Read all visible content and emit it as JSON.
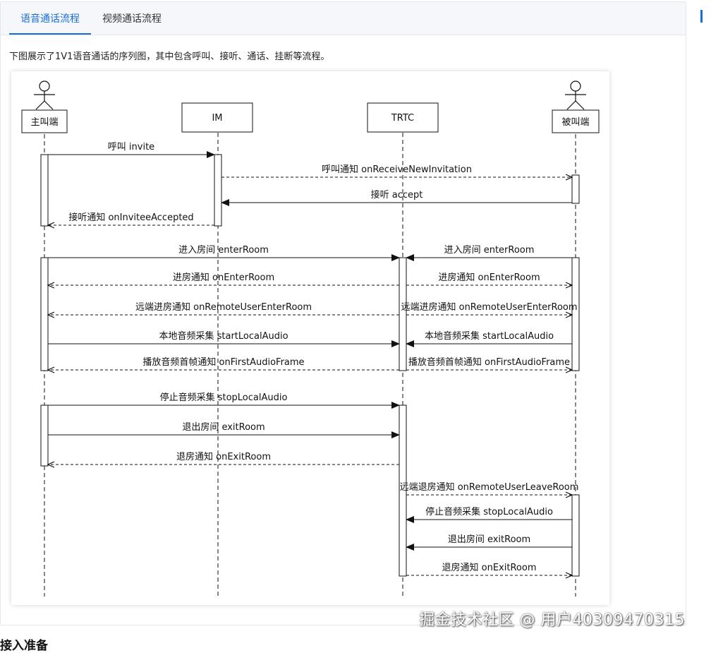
{
  "tabs": [
    {
      "label": "语音通话流程",
      "active": true
    },
    {
      "label": "视频通话流程",
      "active": false
    }
  ],
  "intro": "下图展示了1V1语音通话的序列图，其中包含呼叫、接听、通话、挂断等流程。",
  "watermark": "掘金技术社区 @ 用户40309470315",
  "next_heading": "接入准备",
  "colors": {
    "accent": "#1a6ed8",
    "line": "#111111"
  },
  "diagram": {
    "participants": [
      "主叫端",
      "IM",
      "TRTC",
      "被叫端"
    ],
    "actors": [
      "主叫端",
      "被叫端"
    ],
    "messages": [
      {
        "from": 0,
        "to": 1,
        "label": "呼叫 invite",
        "dashed": false
      },
      {
        "from": 1,
        "to": 3,
        "label": "呼叫通知 onReceiveNewInvitation",
        "dashed": true
      },
      {
        "from": 3,
        "to": 1,
        "label": "接听 accept",
        "dashed": false
      },
      {
        "from": 1,
        "to": 0,
        "label": "接听通知 onInviteeAccepted",
        "dashed": true
      },
      {
        "from": 0,
        "to": 2,
        "label": "进入房间 enterRoom",
        "dashed": false
      },
      {
        "from": 3,
        "to": 2,
        "label": "进入房间 enterRoom",
        "dashed": false
      },
      {
        "from": 2,
        "to": 0,
        "label": "进房通知 onEnterRoom",
        "dashed": true
      },
      {
        "from": 2,
        "to": 3,
        "label": "进房通知 onEnterRoom",
        "dashed": true
      },
      {
        "from": 2,
        "to": 0,
        "label": "远端进房通知 onRemoteUserEnterRoom",
        "dashed": true
      },
      {
        "from": 2,
        "to": 3,
        "label": "远端进房通知 onRemoteUserEnterRoom",
        "dashed": true
      },
      {
        "from": 0,
        "to": 2,
        "label": "本地音频采集 startLocalAudio",
        "dashed": false
      },
      {
        "from": 3,
        "to": 2,
        "label": "本地音频采集 startLocalAudio",
        "dashed": false
      },
      {
        "from": 2,
        "to": 0,
        "label": "播放音频首帧通知 onFirstAudioFrame",
        "dashed": true
      },
      {
        "from": 2,
        "to": 3,
        "label": "播放音频首帧通知 onFirstAudioFrame",
        "dashed": true
      },
      {
        "from": 0,
        "to": 2,
        "label": "停止音频采集 stopLocalAudio",
        "dashed": false
      },
      {
        "from": 0,
        "to": 2,
        "label": "退出房间 exitRoom",
        "dashed": false
      },
      {
        "from": 2,
        "to": 0,
        "label": "退房通知 onExitRoom",
        "dashed": true
      },
      {
        "from": 2,
        "to": 3,
        "label": "远端退房通知 onRemoteUserLeaveRoom",
        "dashed": true
      },
      {
        "from": 3,
        "to": 2,
        "label": "停止音频采集 stopLocalAudio",
        "dashed": false
      },
      {
        "from": 3,
        "to": 2,
        "label": "退出房间 exitRoom",
        "dashed": false
      },
      {
        "from": 2,
        "to": 3,
        "label": "退房通知 onExitRoom",
        "dashed": true
      }
    ]
  }
}
